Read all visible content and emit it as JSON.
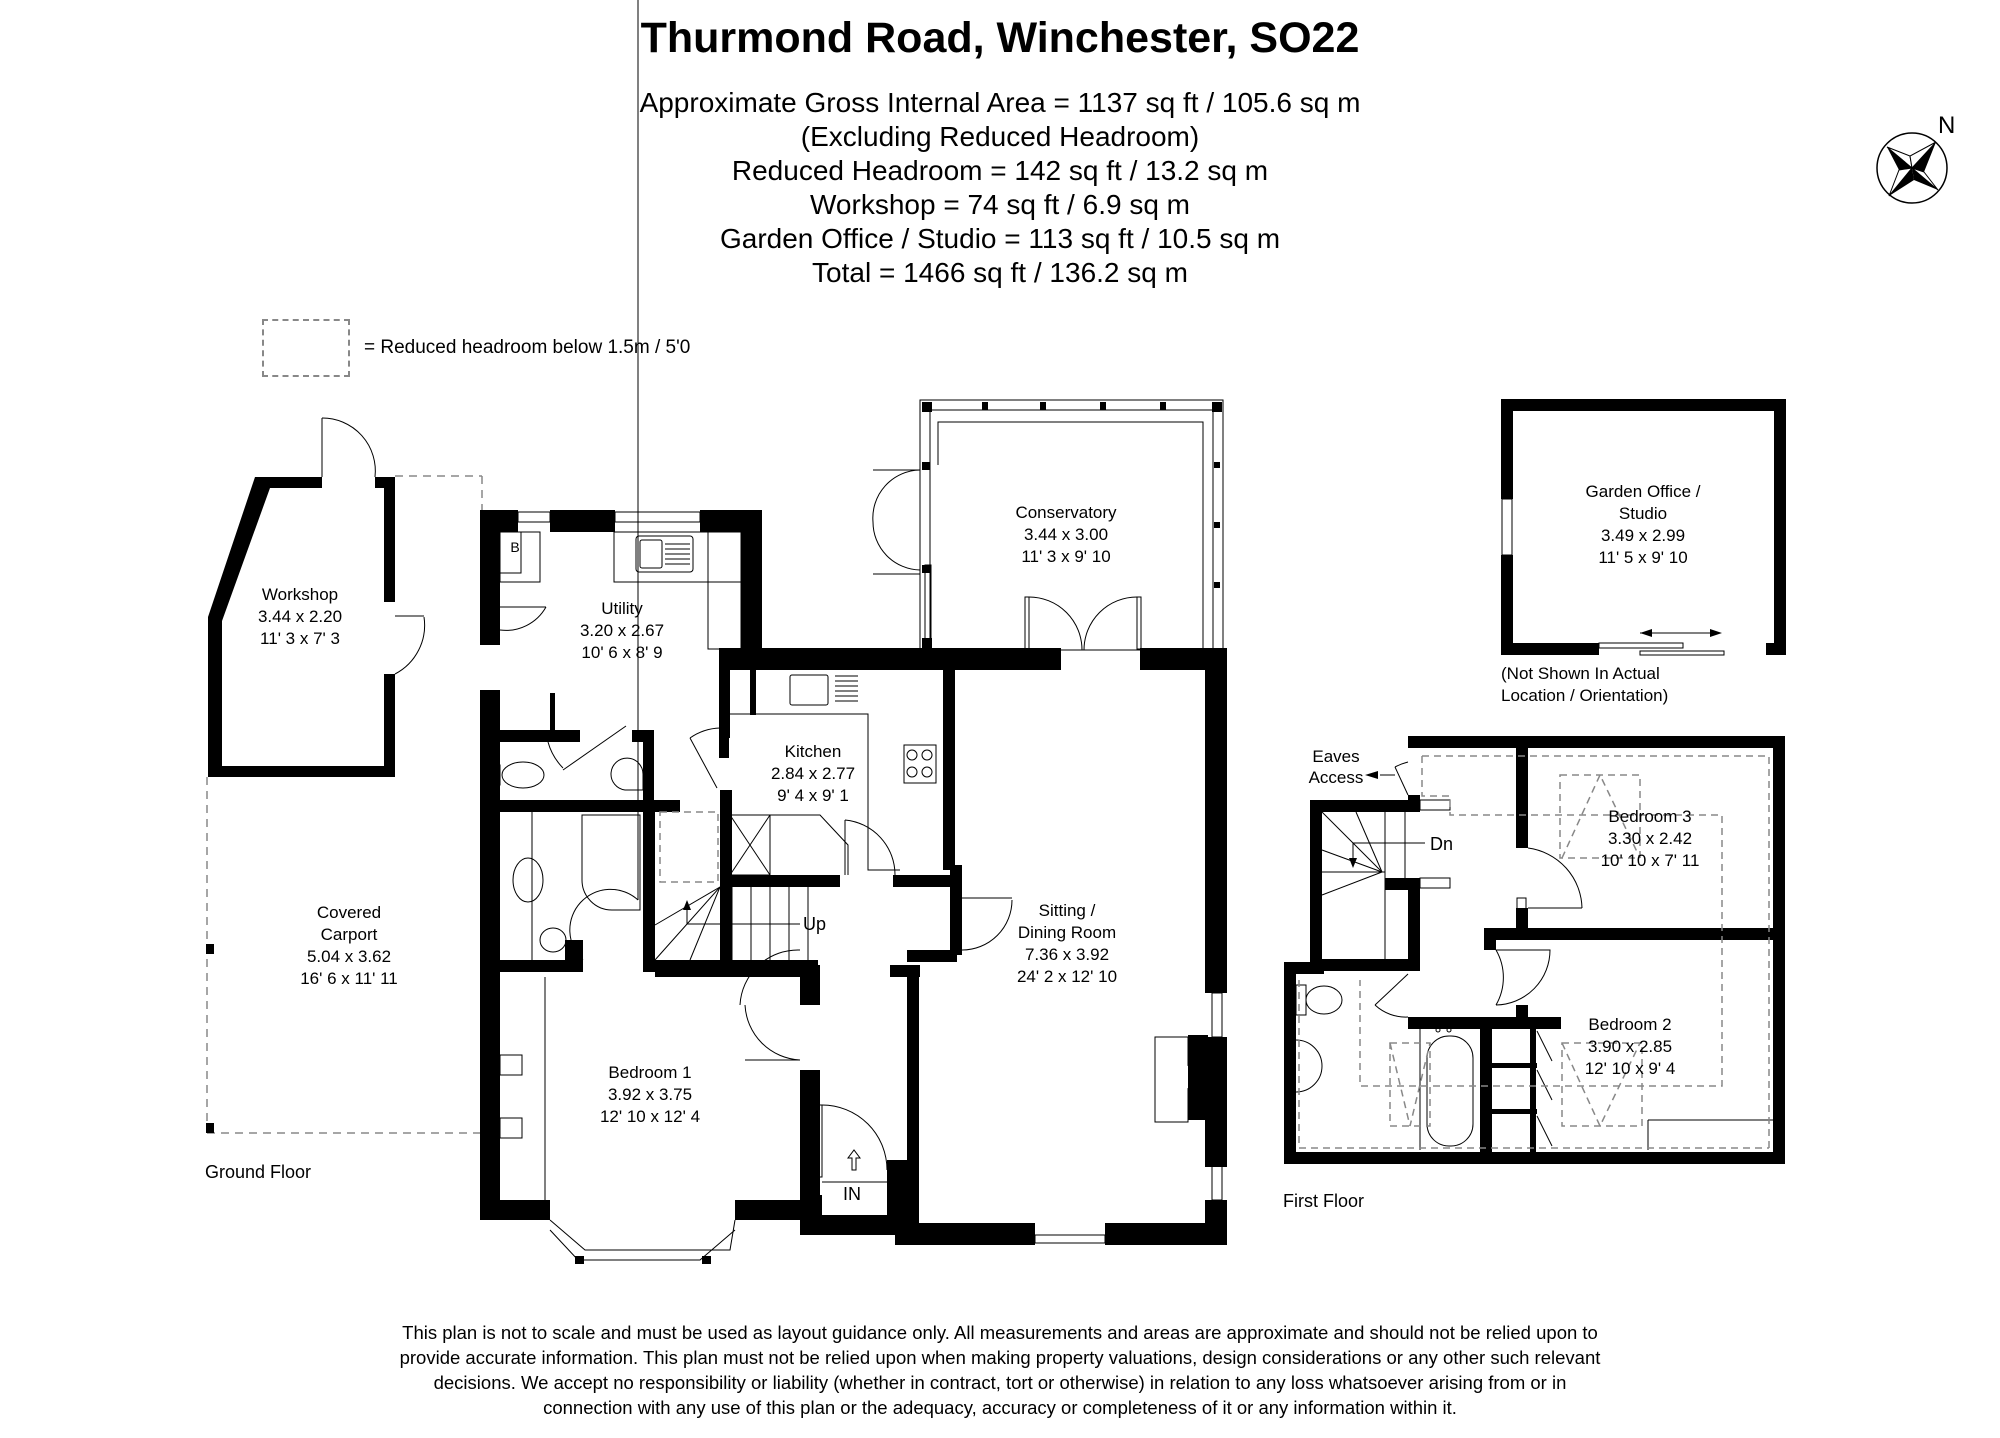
{
  "header": {
    "title": "Thurmond Road, Winchester, SO22",
    "areas": [
      "Approximate Gross Internal Area = 1137 sq ft / 105.6 sq m",
      "(Excluding Reduced Headroom)",
      "Reduced Headroom = 142 sq ft / 13.2 sq m",
      "Workshop = 74 sq ft / 6.9 sq m",
      "Garden Office / Studio = 113 sq ft / 10.5 sq m",
      "Total = 1466 sq ft / 136.2 sq m"
    ]
  },
  "compass": {
    "icon": "north-compass-icon",
    "label": "N"
  },
  "legend": {
    "icon": "dashed-box-icon",
    "text": "= Reduced headroom below 1.5m / 5'0"
  },
  "ground_floor": {
    "label": "Ground Floor",
    "rooms": {
      "workshop": {
        "name": "Workshop",
        "metric": "3.44 x 2.20",
        "imperial": "11' 3 x 7' 3"
      },
      "utility": {
        "name": "Utility",
        "metric": "3.20 x 2.67",
        "imperial": "10' 6 x 8' 9"
      },
      "conservatory": {
        "name": "Conservatory",
        "metric": "3.44 x 3.00",
        "imperial": "11' 3 x 9' 10"
      },
      "kitchen": {
        "name": "Kitchen",
        "metric": "2.84 x 2.77",
        "imperial": "9' 4 x 9' 1"
      },
      "carport": {
        "name1": "Covered",
        "name2": "Carport",
        "metric": "5.04 x 3.62",
        "imperial": "16' 6 x 11' 11"
      },
      "sitting": {
        "name1": "Sitting /",
        "name2": "Dining Room",
        "metric": "7.36 x 3.92",
        "imperial": "24' 2 x 12' 10"
      },
      "bedroom1": {
        "name": "Bedroom 1",
        "metric": "3.92 x 3.75",
        "imperial": "12' 10 x 12' 4"
      }
    },
    "markers": {
      "boiler": "B",
      "stairs_up": "Up",
      "entrance": "IN"
    }
  },
  "garden_office": {
    "name1": "Garden Office /",
    "name2": "Studio",
    "metric": "3.49 x 2.99",
    "imperial": "11' 5 x 9' 10",
    "note1": "(Not Shown In Actual",
    "note2": "Location / Orientation)"
  },
  "first_floor": {
    "label": "First Floor",
    "rooms": {
      "bedroom3": {
        "name": "Bedroom 3",
        "metric": "3.30 x 2.42",
        "imperial": "10' 10 x 7' 11"
      },
      "bedroom2": {
        "name": "Bedroom 2",
        "metric": "3.90 x 2.85",
        "imperial": "12' 10 x 9' 4"
      }
    },
    "markers": {
      "eaves1": "Eaves",
      "eaves2": "Access",
      "stairs_down": "Dn"
    }
  },
  "disclaimer": [
    "This plan is not to scale and must be used as layout guidance only. All measurements and areas are approximate and should not be relied upon to",
    "provide accurate information. This plan must not be relied upon when making property valuations, design considerations or any other such relevant",
    "decisions. We accept no responsibility or liability (whether in contract, tort or otherwise) in relation to any loss whatsoever arising from or in",
    "connection with any use of this plan or the adequacy, accuracy or completeness of it or any information within it."
  ]
}
